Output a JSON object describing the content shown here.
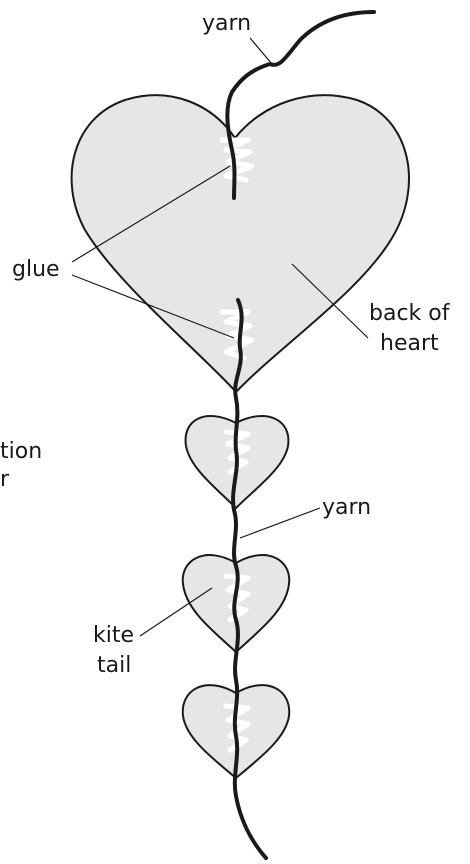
{
  "labels": {
    "yarn_top": "yarn",
    "glue": "glue",
    "back_line1": "back of",
    "back_line2": "heart",
    "yarn_middle": "yarn",
    "kite_line1": "kite",
    "kite_line2": "tail",
    "cut_line1": "tion",
    "cut_line2": "r"
  },
  "colors": {
    "heart_fill": "#e6e6e6",
    "outline": "#1a1a1a",
    "glue": "#ffffff"
  }
}
